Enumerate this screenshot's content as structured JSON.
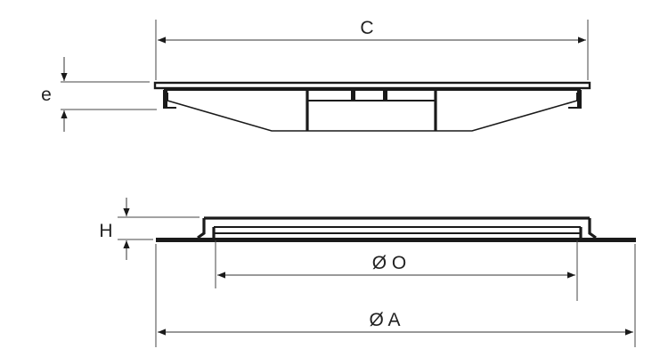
{
  "labels": {
    "c": "C",
    "e": "e",
    "h": "H",
    "o": "Ø O",
    "a": "Ø A"
  },
  "colors": {
    "line": "#1a1a1a",
    "dimension": "#333333",
    "background": "#ffffff"
  }
}
